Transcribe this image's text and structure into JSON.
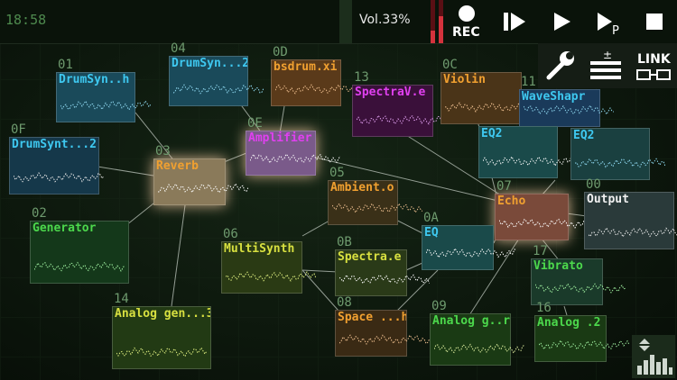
{
  "topbar": {
    "clock": "18:58",
    "volume": "Vol.33%",
    "rec_label": "REC",
    "link_label": "LINK"
  },
  "colors": {
    "background": "#0b150b",
    "cyan": "#3ec8f0",
    "orange": "#f0a030",
    "yellow": "#d8e040",
    "green": "#4cd84c",
    "magenta": "#e040f0",
    "white": "#f0f0f0"
  },
  "nodes": [
    {
      "id": "01",
      "label": "DrumSyn..h"
    },
    {
      "id": "04",
      "label": "DrumSyn...2"
    },
    {
      "id": "0D",
      "label": "bsdrum.xi"
    },
    {
      "id": "13",
      "label": "SpectraV.e"
    },
    {
      "id": "0C",
      "label": "Violin"
    },
    {
      "id": "11",
      "label": "WaveShapr"
    },
    {
      "id": "0F",
      "label": "DrumSynt...2"
    },
    {
      "id": "03",
      "label": "Reverb"
    },
    {
      "id": "0E",
      "label": "Amplifier"
    },
    {
      "id": "",
      "label": "EQ2"
    },
    {
      "id": "",
      "label": "EQ2"
    },
    {
      "id": "05",
      "label": "Ambient.o"
    },
    {
      "id": "07",
      "label": "Echo"
    },
    {
      "id": "00",
      "label": "Output"
    },
    {
      "id": "02",
      "label": "Generator"
    },
    {
      "id": "0A",
      "label": "EQ"
    },
    {
      "id": "06",
      "label": "MultiSynth"
    },
    {
      "id": "0B",
      "label": "Spectra.e"
    },
    {
      "id": "17",
      "label": "Vibrato"
    },
    {
      "id": "14",
      "label": "Analog gen...3"
    },
    {
      "id": "08",
      "label": "Space ...h"
    },
    {
      "id": "09",
      "label": "Analog g..r"
    },
    {
      "id": "16",
      "label": "Analog .2"
    }
  ]
}
